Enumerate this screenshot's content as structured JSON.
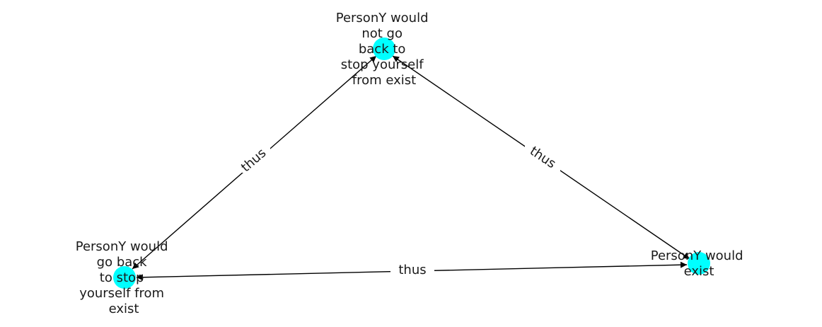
{
  "diagram": {
    "node_color": "#00ffff",
    "edge_color": "#000000",
    "nodes": [
      {
        "id": "n1",
        "lines": [
          "PersonY would",
          "not go",
          "back to",
          "stop yourself",
          "from exist"
        ]
      },
      {
        "id": "n2",
        "lines": [
          "PersonY would",
          "go back",
          "to stop",
          "yourself from",
          "exist"
        ]
      },
      {
        "id": "n3",
        "lines": [
          "PersonY would",
          "exist"
        ]
      }
    ],
    "edges": [
      {
        "from": "n1",
        "to": "n2",
        "label": "thus"
      },
      {
        "from": "n1",
        "to": "n3",
        "label": "thus"
      },
      {
        "from": "n2",
        "to": "n3",
        "label": "thus"
      }
    ]
  }
}
